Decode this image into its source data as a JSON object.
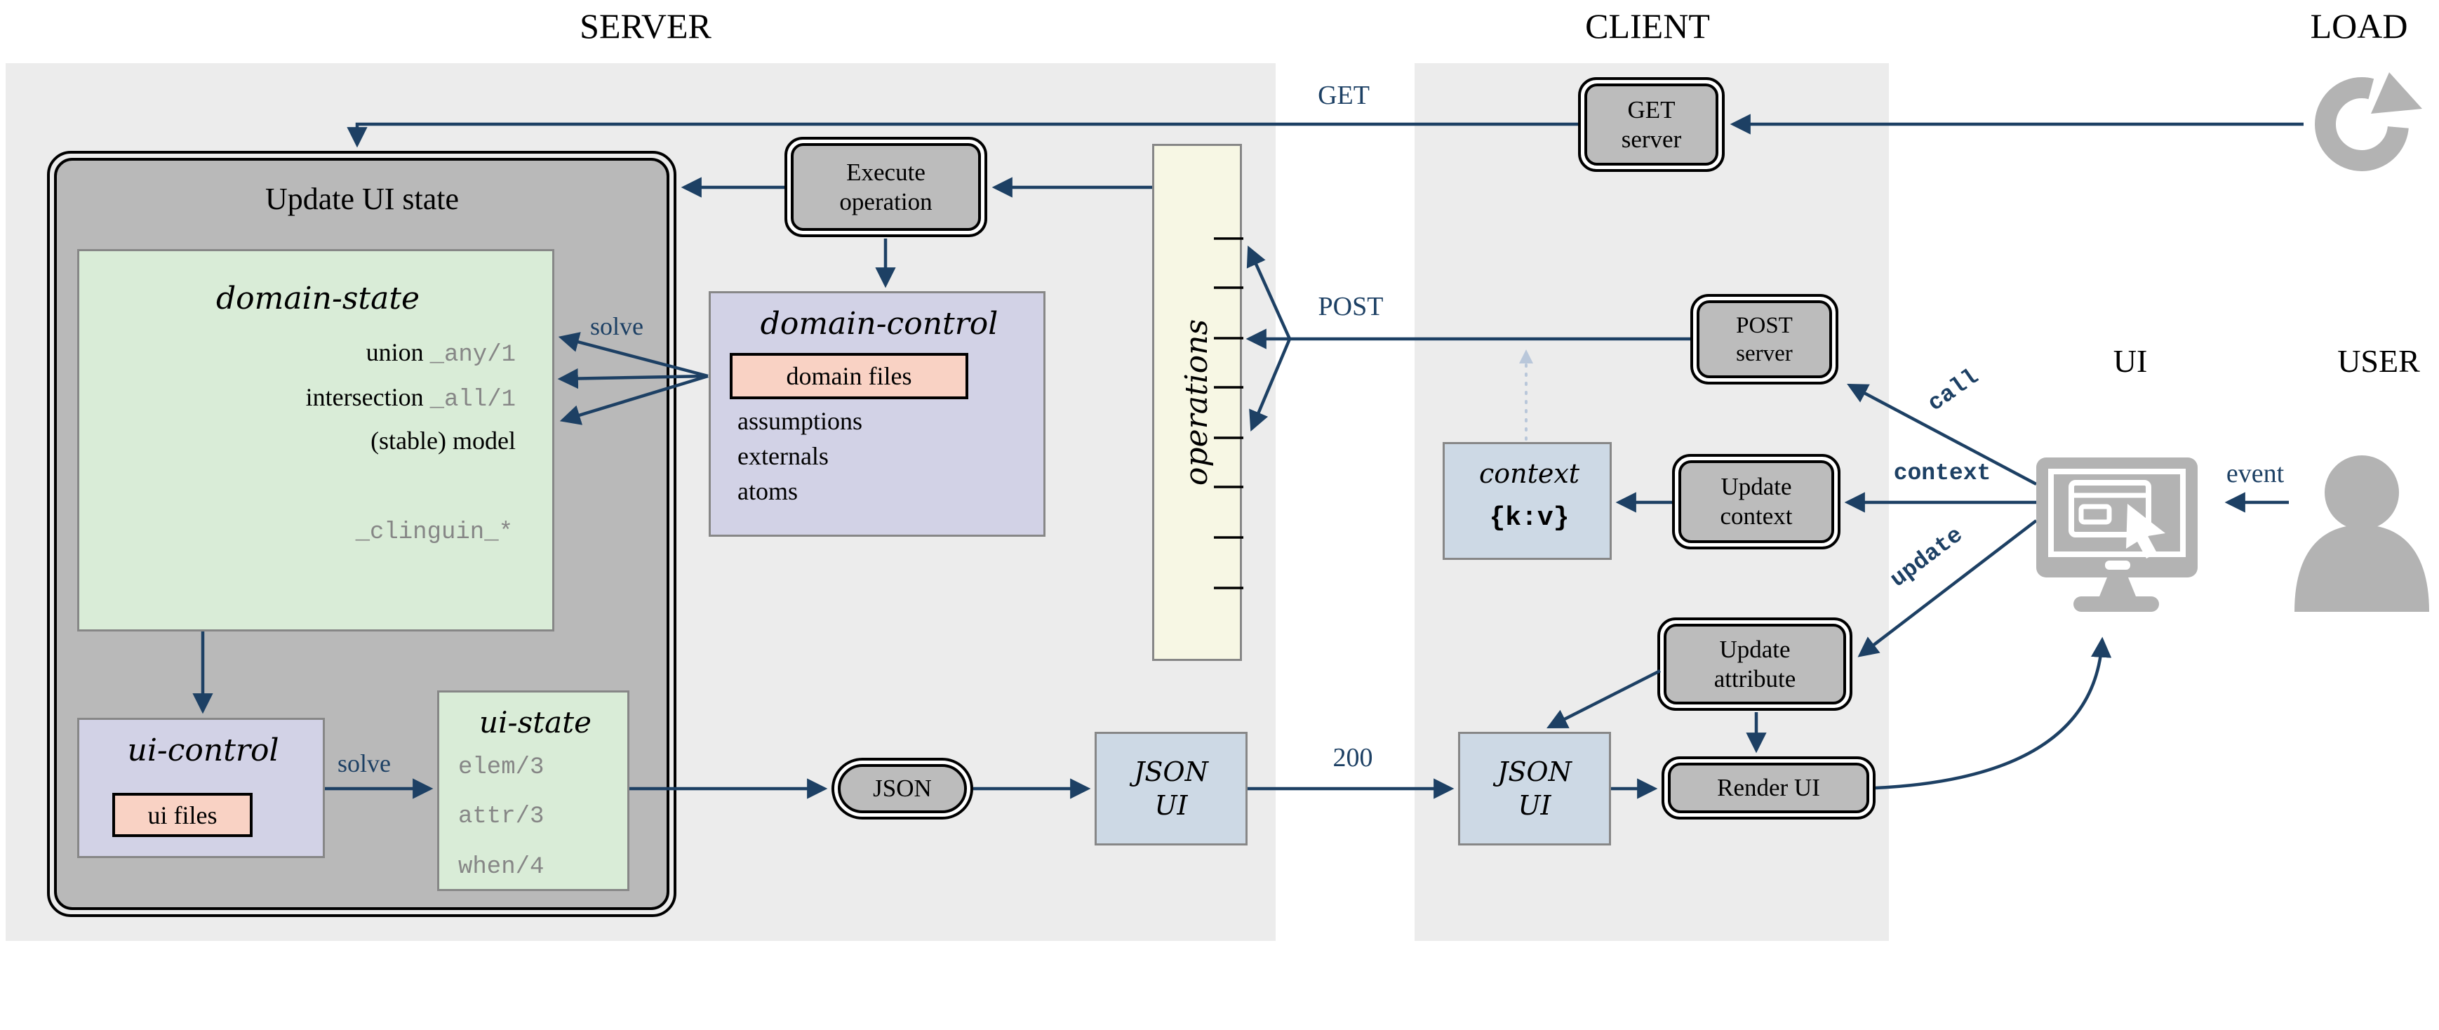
{
  "header": {
    "server": "SERVER",
    "client": "CLIENT",
    "load": "LOAD",
    "ui": "UI",
    "user": "USER"
  },
  "server_side": {
    "update_ui_state": {
      "title": "Update UI state"
    },
    "domain_state": {
      "title": "domain-state",
      "row1_text": "union",
      "row1_code": "_any/1",
      "row2_text": "intersection",
      "row2_code": "_all/1",
      "row3_text": "(stable) model",
      "footer_code": "_clinguin_*"
    },
    "domain_control": {
      "title": "domain-control",
      "files_label": "domain files",
      "item1": "assumptions",
      "item2": "externals",
      "item3": "atoms"
    },
    "operations": {
      "title": "operations"
    },
    "ui_control": {
      "title": "ui-control",
      "files_label": "ui files"
    },
    "ui_state": {
      "title": "ui-state",
      "row1": "elem/3",
      "row2": "attr/3",
      "row3": "when/4"
    },
    "execute_operation": "Execute\noperation",
    "json_node": "JSON",
    "json_ui": "JSON\nUI"
  },
  "client_side": {
    "get_server": "GET\nserver",
    "post_server": "POST\nserver",
    "update_context": "Update\ncontext",
    "update_attribute": "Update\nattribute",
    "render_ui": "Render UI",
    "json_ui": "JSON\nUI",
    "context_box": {
      "title": "context",
      "value": "{k:v}"
    }
  },
  "labels": {
    "get": "GET",
    "post": "POST",
    "solve_domain": "solve",
    "solve_ui": "solve",
    "status_200": "200",
    "call": "call",
    "context": "context",
    "update": "update",
    "event": "event"
  },
  "icons": {
    "reload": "reload-icon",
    "monitor": "ui-monitor-icon",
    "person": "user-person-icon"
  },
  "colors": {
    "arrow_navy": "#1d4064",
    "band_gray": "#ececec",
    "node_gray": "#bcbcbc",
    "frame_gray": "#b9b9b9",
    "state_green": "#d9ecd7",
    "control_lavender": "#d2d2e6",
    "files_pink": "#f9d2c4",
    "operations_cream": "#f7f7e4",
    "data_bluegray": "#cdd9e5",
    "icon_gray": "#b3b3b3",
    "code_gray": "#868686"
  }
}
